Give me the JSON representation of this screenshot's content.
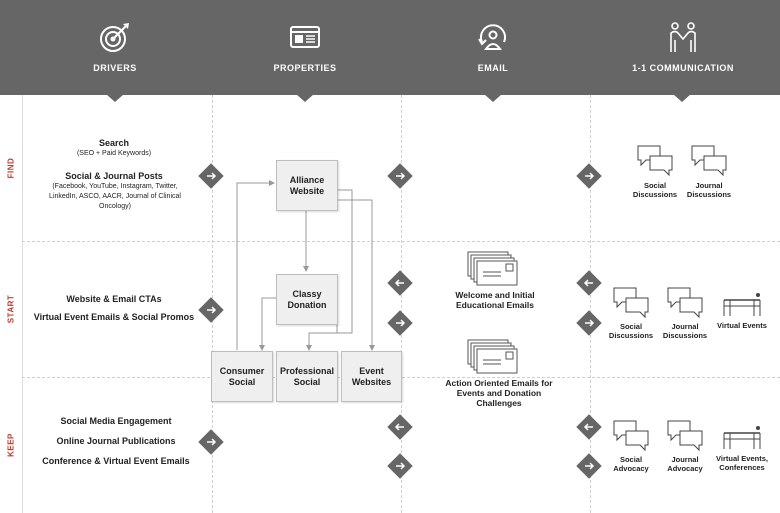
{
  "header": {
    "columns": [
      {
        "label": "DRIVERS",
        "icon": "target-icon"
      },
      {
        "label": "PROPERTIES",
        "icon": "browser-icon"
      },
      {
        "label": "EMAIL",
        "icon": "email-cycle-icon"
      },
      {
        "label": "1-1 COMMUNICATION",
        "icon": "handshake-icon"
      }
    ]
  },
  "rows": {
    "find": "FIND",
    "start": "START",
    "keep": "KEEP"
  },
  "drivers": {
    "find": {
      "search_title": "Search",
      "search_sub": "(SEO + Paid Keywords)",
      "social_title": "Social & Journal Posts",
      "social_sub": "(Facebook, YouTube, Instagram, Twitter, LinkedIn, ASCO, AACR, Journal of Clinical Oncology)"
    },
    "start": {
      "line1": "Website & Email CTAs",
      "line2": "Virtual Event Emails & Social Promos"
    },
    "keep": {
      "line1": "Social Media Engagement",
      "line2": "Online Journal Publications",
      "line3": "Conference & Virtual Event Emails"
    }
  },
  "properties": {
    "alliance": "Alliance Website",
    "classy": "Classy Donation",
    "consumer": "Consumer Social",
    "professional": "Professional Social",
    "event": "Event Websites"
  },
  "email": {
    "welcome": "Welcome and Initial Educational Emails",
    "action": "Action Oriented Emails for Events and Donation Challenges"
  },
  "comm": {
    "find": {
      "a": "Social Discussions",
      "b": "Journal Discussions"
    },
    "start": {
      "a": "Social Discussions",
      "b": "Journal Discussions",
      "c": "Virtual Events"
    },
    "keep": {
      "a": "Social Advocacy",
      "b": "Journal Advocacy",
      "c": "Virtual Events, Conferences"
    }
  },
  "colors": {
    "header": "#666666",
    "accent": "#c0392b",
    "box": "#efefef"
  }
}
